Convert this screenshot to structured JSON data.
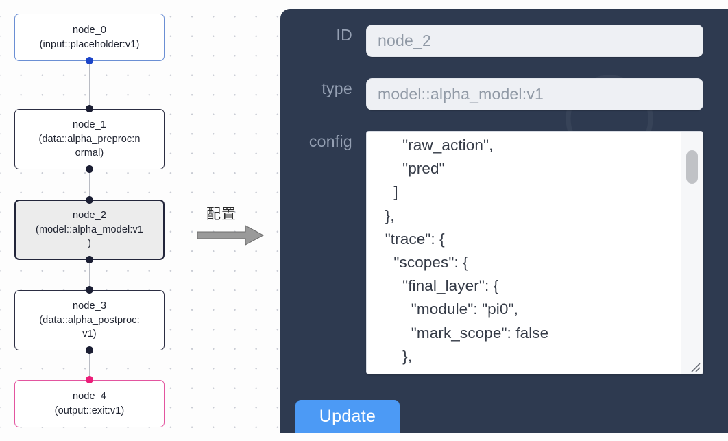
{
  "canvas": {
    "nodes": [
      {
        "id": "node_0",
        "label": "node_0\n(input::placeholder:v1)",
        "variant": "input"
      },
      {
        "id": "node_1",
        "label": "node_1\n(data::alpha_preproc:n\normal)",
        "variant": "default"
      },
      {
        "id": "node_2",
        "label": "node_2\n(model::alpha_model:v1\n)",
        "variant": "selected"
      },
      {
        "id": "node_3",
        "label": "node_3\n(data::alpha_postproc:\nv1)",
        "variant": "default"
      },
      {
        "id": "node_4",
        "label": "node_4\n(output::exit:v1)",
        "variant": "output"
      }
    ],
    "colors": {
      "input_border": "#6b8fd4",
      "output_border": "#e3559f",
      "default_border": "#2b2d42",
      "selected_fill": "#ececec",
      "edge": "#b9bcc4",
      "handle": "#1b1e33",
      "handle_blue": "#1b44c8",
      "handle_pink": "#ec1e79"
    }
  },
  "arrow": {
    "label": "配置",
    "icon": "arrow-right-icon",
    "color": "#808080"
  },
  "panel": {
    "background": "#2e3a50",
    "rows": {
      "id": {
        "label": "ID",
        "value": "node_2"
      },
      "type": {
        "label": "type",
        "value": "model::alpha_model:v1"
      },
      "config": {
        "label": "config",
        "value": "      \"raw_action\",\n      \"pred\"\n    ]\n  },\n  \"trace\": {\n    \"scopes\": {\n      \"final_layer\": {\n        \"module\": \"pi0\",\n        \"mark_scope\": false\n      },\n      \"action_model\": {"
      }
    },
    "update_button": {
      "label": "Update",
      "color": "#4c9af5"
    }
  }
}
